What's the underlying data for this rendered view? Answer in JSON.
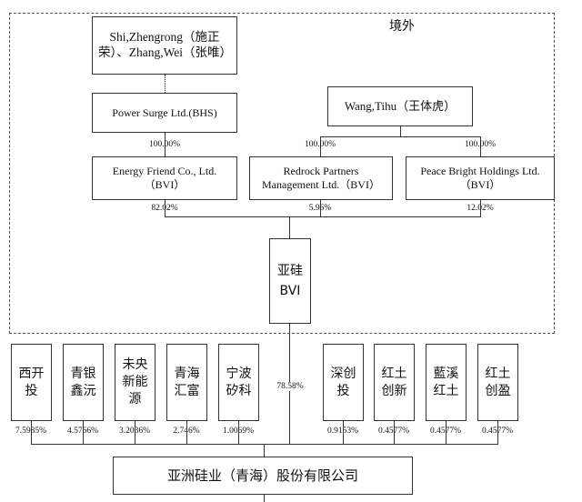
{
  "region_label": "境外",
  "nodes": {
    "founders": "Shi,Zhengrong（施正荣）、Zhang,Wei（张唯）",
    "power_surge": "Power Surge Ltd.(BHS)",
    "wang_tihu": "Wang,Tihu（王体虎）",
    "energy_friend": "Energy Friend Co., Ltd.（BVI）",
    "redrock": "Redrock Partners Management Ltd.（BVI）",
    "peace_bright": "Peace Bright Holdings Ltd.（BVI）",
    "yagui_bvi": "亚硅 BVI",
    "target": "亚洲硅业（青海）股份有限公司"
  },
  "shareholders": [
    {
      "name": "西开投",
      "pct": "7.5985%"
    },
    {
      "name": "青银鑫沅",
      "pct": "4.5766%"
    },
    {
      "name": "未央新能源",
      "pct": "3.2036%"
    },
    {
      "name": "青海汇富",
      "pct": "2.746%"
    },
    {
      "name": "宁波矽科",
      "pct": "1.0069%"
    },
    {
      "name": "深创投",
      "pct": "0.9153%"
    },
    {
      "name": "红土创新",
      "pct": "0.4577%"
    },
    {
      "name": "藍溪红土",
      "pct": "0.4577%"
    },
    {
      "name": "红土创盈",
      "pct": "0.4577%"
    }
  ],
  "percentages": {
    "power_to_energy": "100.00%",
    "wang_to_redrock": "100.00%",
    "wang_to_peace": "100.00%",
    "energy_to_yagui": "82.02%",
    "redrock_to_yagui": "5.96%",
    "peace_to_yagui": "12.02%",
    "yagui_to_target": "78.58%"
  }
}
